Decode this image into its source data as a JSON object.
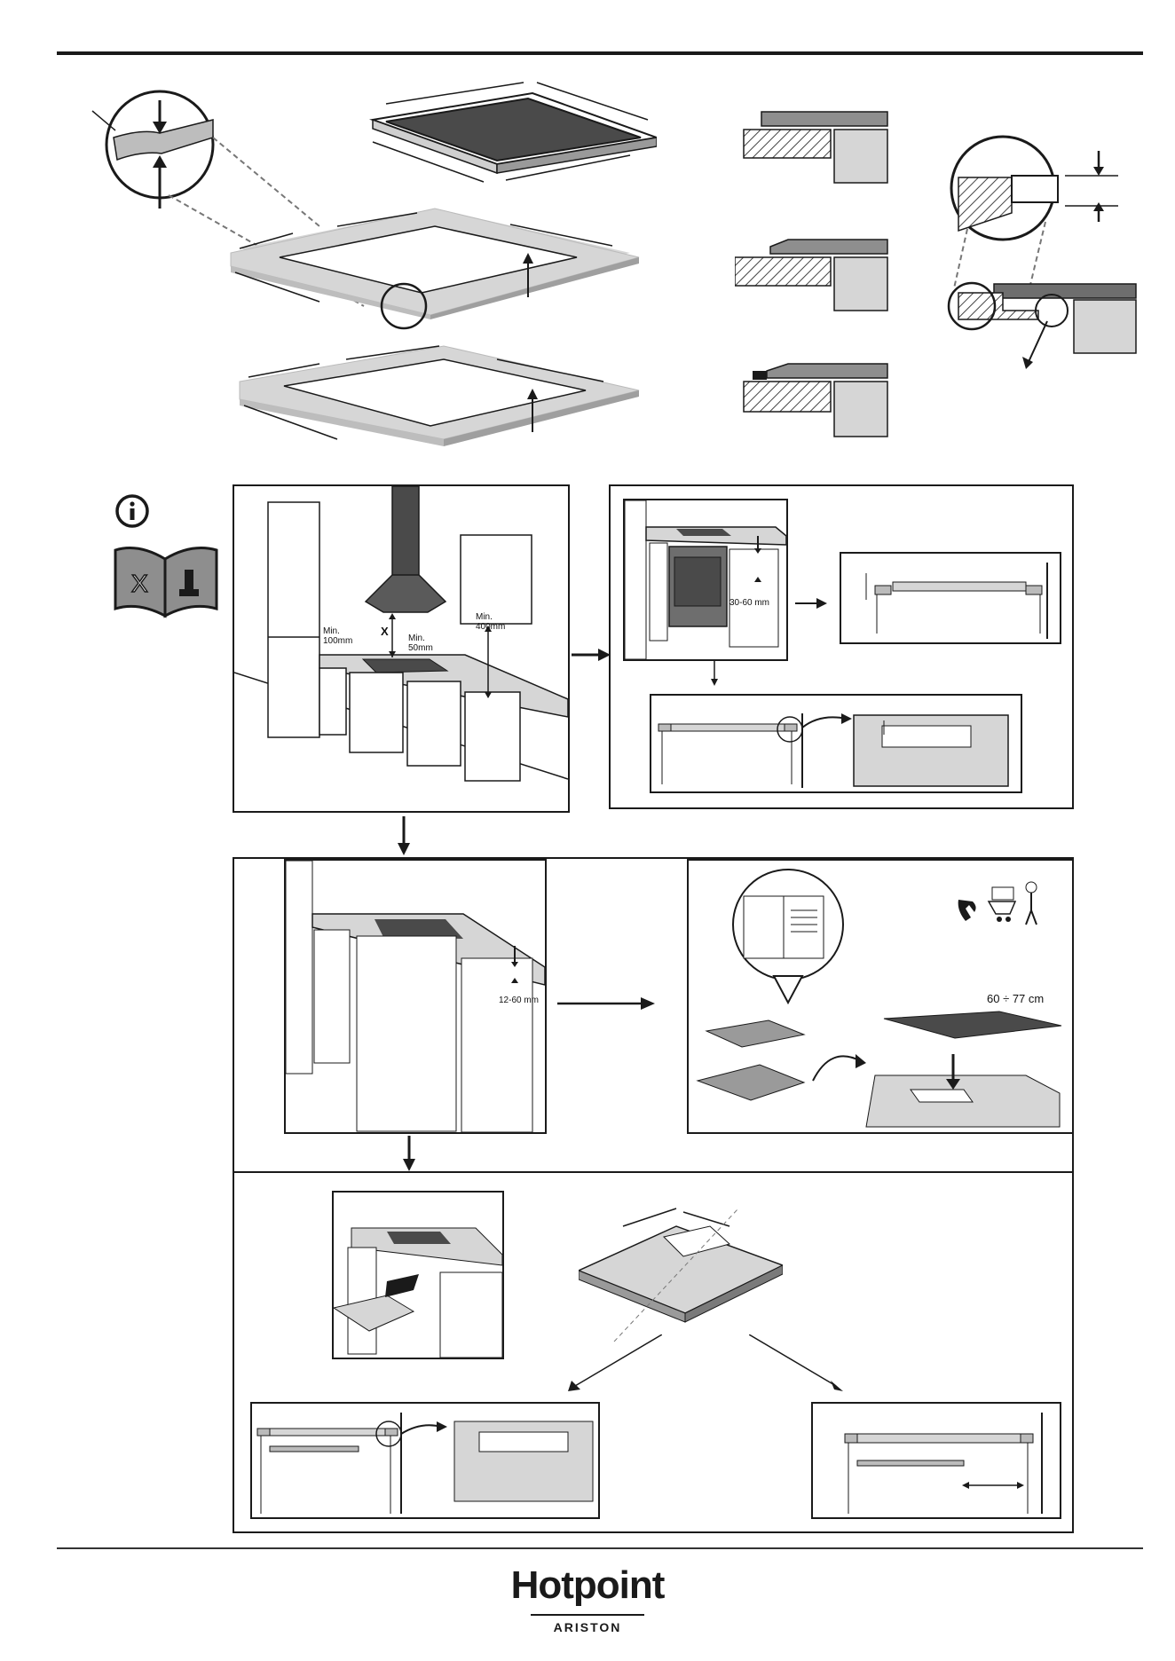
{
  "labels": {
    "min_100mm": "Min.\n100mm",
    "min_50mm": "Min.\n50mm",
    "min_400mm": "Min.\n400mm",
    "x": "X",
    "range_30_60": "30-60 mm",
    "range_12_60": "12-60 mm",
    "width_60_77": "60 ÷ 77 cm"
  },
  "brand": {
    "name": "Hotpoint",
    "sub": "ARISTON"
  },
  "colors": {
    "ink": "#1a1a1a",
    "grey_light": "#d6d6d6",
    "grey_mid": "#a9a9a9",
    "grey_dark": "#6e6e6e",
    "glass": "#4a4a4a"
  },
  "icons": [
    "info-icon",
    "manual-book-icon",
    "phone-icon",
    "cart-icon",
    "technician-icon"
  ]
}
